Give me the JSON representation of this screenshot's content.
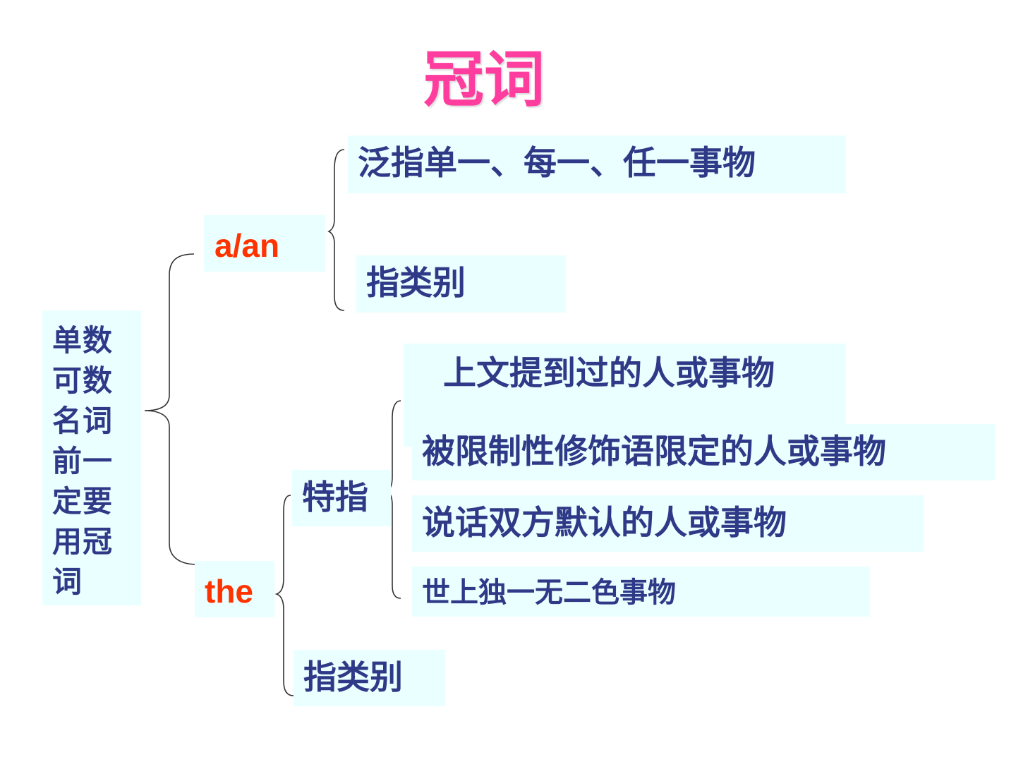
{
  "title": "冠词",
  "root": {
    "label": "单数可数名词前一定要用冠词"
  },
  "aan": {
    "label": "a/an",
    "items": [
      "泛指单一、每一、任一事物",
      "指类别"
    ]
  },
  "the": {
    "label": "the",
    "specific": {
      "label": "特指",
      "items": [
        "上文提到过的人或事物",
        "被限制性修饰语限定的人或事物",
        "说话双方默认的人或事物",
        "世上独一无二色事物"
      ]
    },
    "generic": "指类别"
  }
}
